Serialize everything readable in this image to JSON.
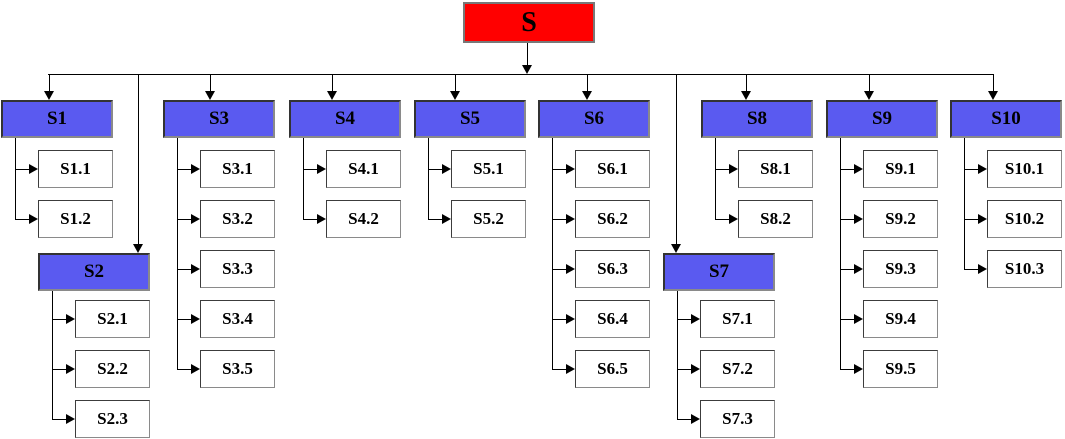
{
  "diagram": {
    "root": {
      "label": "S"
    },
    "colors": {
      "root_fill": "#ff0000",
      "branch_fill": "#5a5af0",
      "leaf_fill": "#ffffff",
      "line": "#000000"
    },
    "groups": [
      {
        "label": "S1",
        "children": [
          "S1.1",
          "S1.2"
        ]
      },
      {
        "label": "S2",
        "children": [
          "S2.1",
          "S2.2",
          "S2.3"
        ]
      },
      {
        "label": "S3",
        "children": [
          "S3.1",
          "S3.2",
          "S3.3",
          "S3.4",
          "S3.5"
        ]
      },
      {
        "label": "S4",
        "children": [
          "S4.1",
          "S4.2"
        ]
      },
      {
        "label": "S5",
        "children": [
          "S5.1",
          "S5.2"
        ]
      },
      {
        "label": "S6",
        "children": [
          "S6.1",
          "S6.2",
          "S6.3",
          "S6.4",
          "S6.5"
        ]
      },
      {
        "label": "S7",
        "children": [
          "S7.1",
          "S7.2",
          "S7.3"
        ]
      },
      {
        "label": "S8",
        "children": [
          "S8.1",
          "S8.2"
        ]
      },
      {
        "label": "S9",
        "children": [
          "S9.1",
          "S9.2",
          "S9.3",
          "S9.4",
          "S9.5"
        ]
      },
      {
        "label": "S10",
        "children": [
          "S10.1",
          "S10.2",
          "S10.3"
        ]
      }
    ]
  }
}
